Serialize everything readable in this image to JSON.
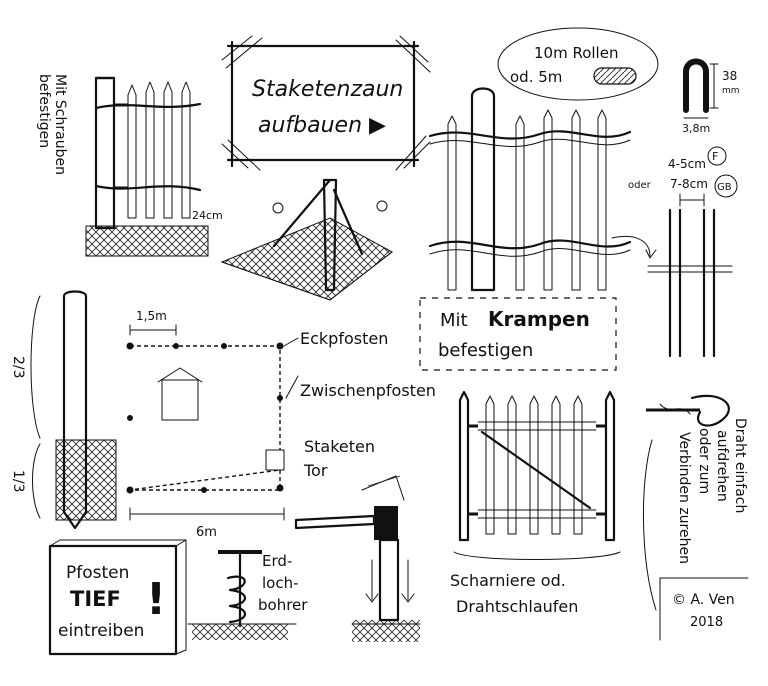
{
  "title": {
    "line1": "Staketenzaun",
    "line2": "aufbauen ▶"
  },
  "rolls": {
    "line1": "10m Rollen",
    "line2": "od.  5m"
  },
  "clamp": {
    "height": "38",
    "height_unit": "mm",
    "width": "3,8m"
  },
  "wire_spacing": {
    "line1": "4-5cm",
    "badge1": "F",
    "or": "oder",
    "line2": "7-8cm",
    "badge2": "GB"
  },
  "left_fence": {
    "caption_line1": "Mit Schrauben",
    "caption_line2": "befestigen",
    "measure": "24cm"
  },
  "post": {
    "upper_fraction": "2/3",
    "lower_fraction": "1/3"
  },
  "plan": {
    "width_small": "1,5m",
    "width_total": "6m",
    "corner_post": "Eckpfosten",
    "intermediate_post": "Zwischenpfosten",
    "gate_line1": "Staketen",
    "gate_line2": "Tor"
  },
  "staples": {
    "line1_prefix": "Mit",
    "line1_bold": "Krampen",
    "line2": "befestigen"
  },
  "wire_note": {
    "line1": "Draht einfach",
    "line2": "aufdrehen",
    "line3": "oder zum",
    "line4": "Verbinden zurehen"
  },
  "sign": {
    "line1": "Pfosten",
    "line2": "TIEF",
    "line3": "eintreiben",
    "mark": "!"
  },
  "auger": {
    "line1": "Erd-",
    "line2": "loch-",
    "line3": "bohrer"
  },
  "hinges": {
    "line1": "Scharniere od.",
    "line2": "Drahtschlaufen"
  },
  "copyright": {
    "line1": "© A. Ven",
    "line2": "2018"
  }
}
